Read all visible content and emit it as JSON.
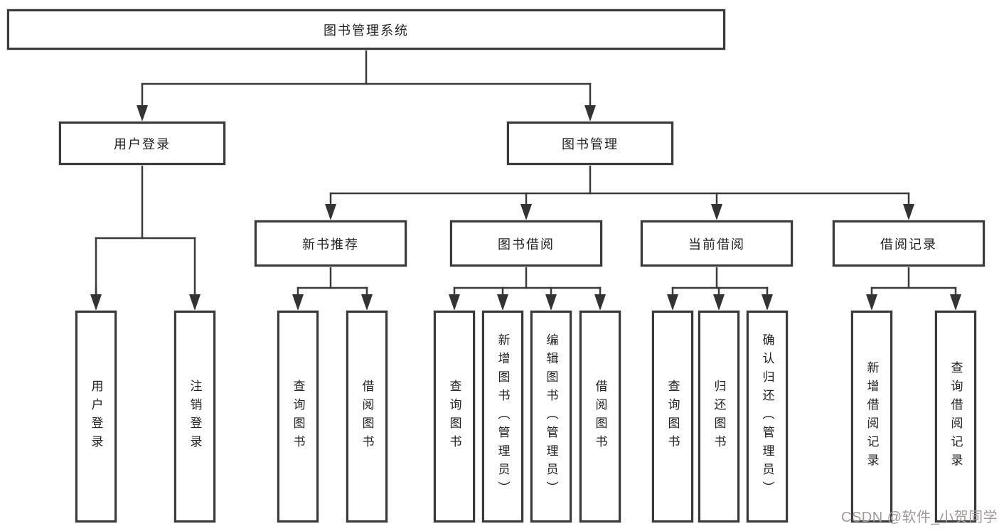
{
  "tree": {
    "root": "图书管理系统",
    "user_login": {
      "label": "用户登录",
      "children": [
        "用户登录",
        "注销登录"
      ]
    },
    "book_mgmt": {
      "label": "图书管理",
      "sections": [
        {
          "label": "新书推荐",
          "children": [
            "查询图书",
            "借阅图书"
          ]
        },
        {
          "label": "图书借阅",
          "children": [
            "查询图书",
            "新增图书（管理员）",
            "编辑图书（管理员）",
            "借阅图书"
          ]
        },
        {
          "label": "当前借阅",
          "children": [
            "查询图书",
            "归还图书",
            "确认归还（管理员）"
          ]
        },
        {
          "label": "借阅记录",
          "children": [
            "新增借阅记录",
            "查询借阅记录"
          ]
        }
      ]
    }
  },
  "watermark": {
    "text": "CSDN @软件_小贺同学"
  },
  "colors": {
    "line": "#3a3a3a",
    "border": "#3a3a3a",
    "watermark": "#a09a9a",
    "background": "#ffffff"
  }
}
